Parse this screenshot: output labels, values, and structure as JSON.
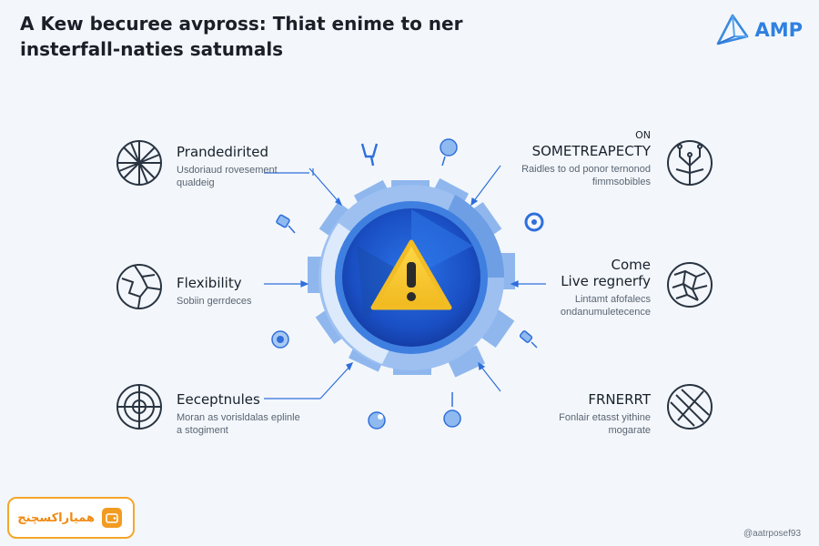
{
  "header": {
    "title": "A Kew becuree avpross: Thiat enime to ner insterfall-naties satumals",
    "brand": "AMP"
  },
  "colors": {
    "accent_blue": "#2f6fdc",
    "deep_blue": "#1746b8",
    "light_blue": "#8cb3ea",
    "warning_yellow": "#f6c730",
    "badge_orange": "#f4a62a"
  },
  "center": {
    "icon": "warning-triangle-icon"
  },
  "items": {
    "left": [
      {
        "title": "Prandedirited",
        "desc": "Usdoriaud rovesement\nqualdeig",
        "icon": "wheel-icon"
      },
      {
        "title": "Flexibility",
        "desc": "Sobiin gerrdeces",
        "icon": "broken-globe-icon"
      },
      {
        "title": "Eeceptnules",
        "desc": "Moran as vorisldalas eplinle\na stogiment",
        "icon": "target-icon"
      }
    ],
    "right": [
      {
        "pretitle": "ON",
        "title": "SOMETREAPECTY",
        "desc": "Raidles to od ponor ternonod\nfimmsobibles",
        "icon": "circuit-tree-icon"
      },
      {
        "pretitle": "Come",
        "title": "Live regnerfy",
        "desc": "Lintamt afofalecs\nondanumuletecence",
        "icon": "network-globe-icon"
      },
      {
        "title": "FRNERRT",
        "desc": "Fonlair etasst yithine\nmogarate",
        "icon": "shield-cross-icon"
      }
    ]
  },
  "footer": {
    "badge_text": "همیاراکسچنج",
    "watermark": "@aatrposef93"
  }
}
